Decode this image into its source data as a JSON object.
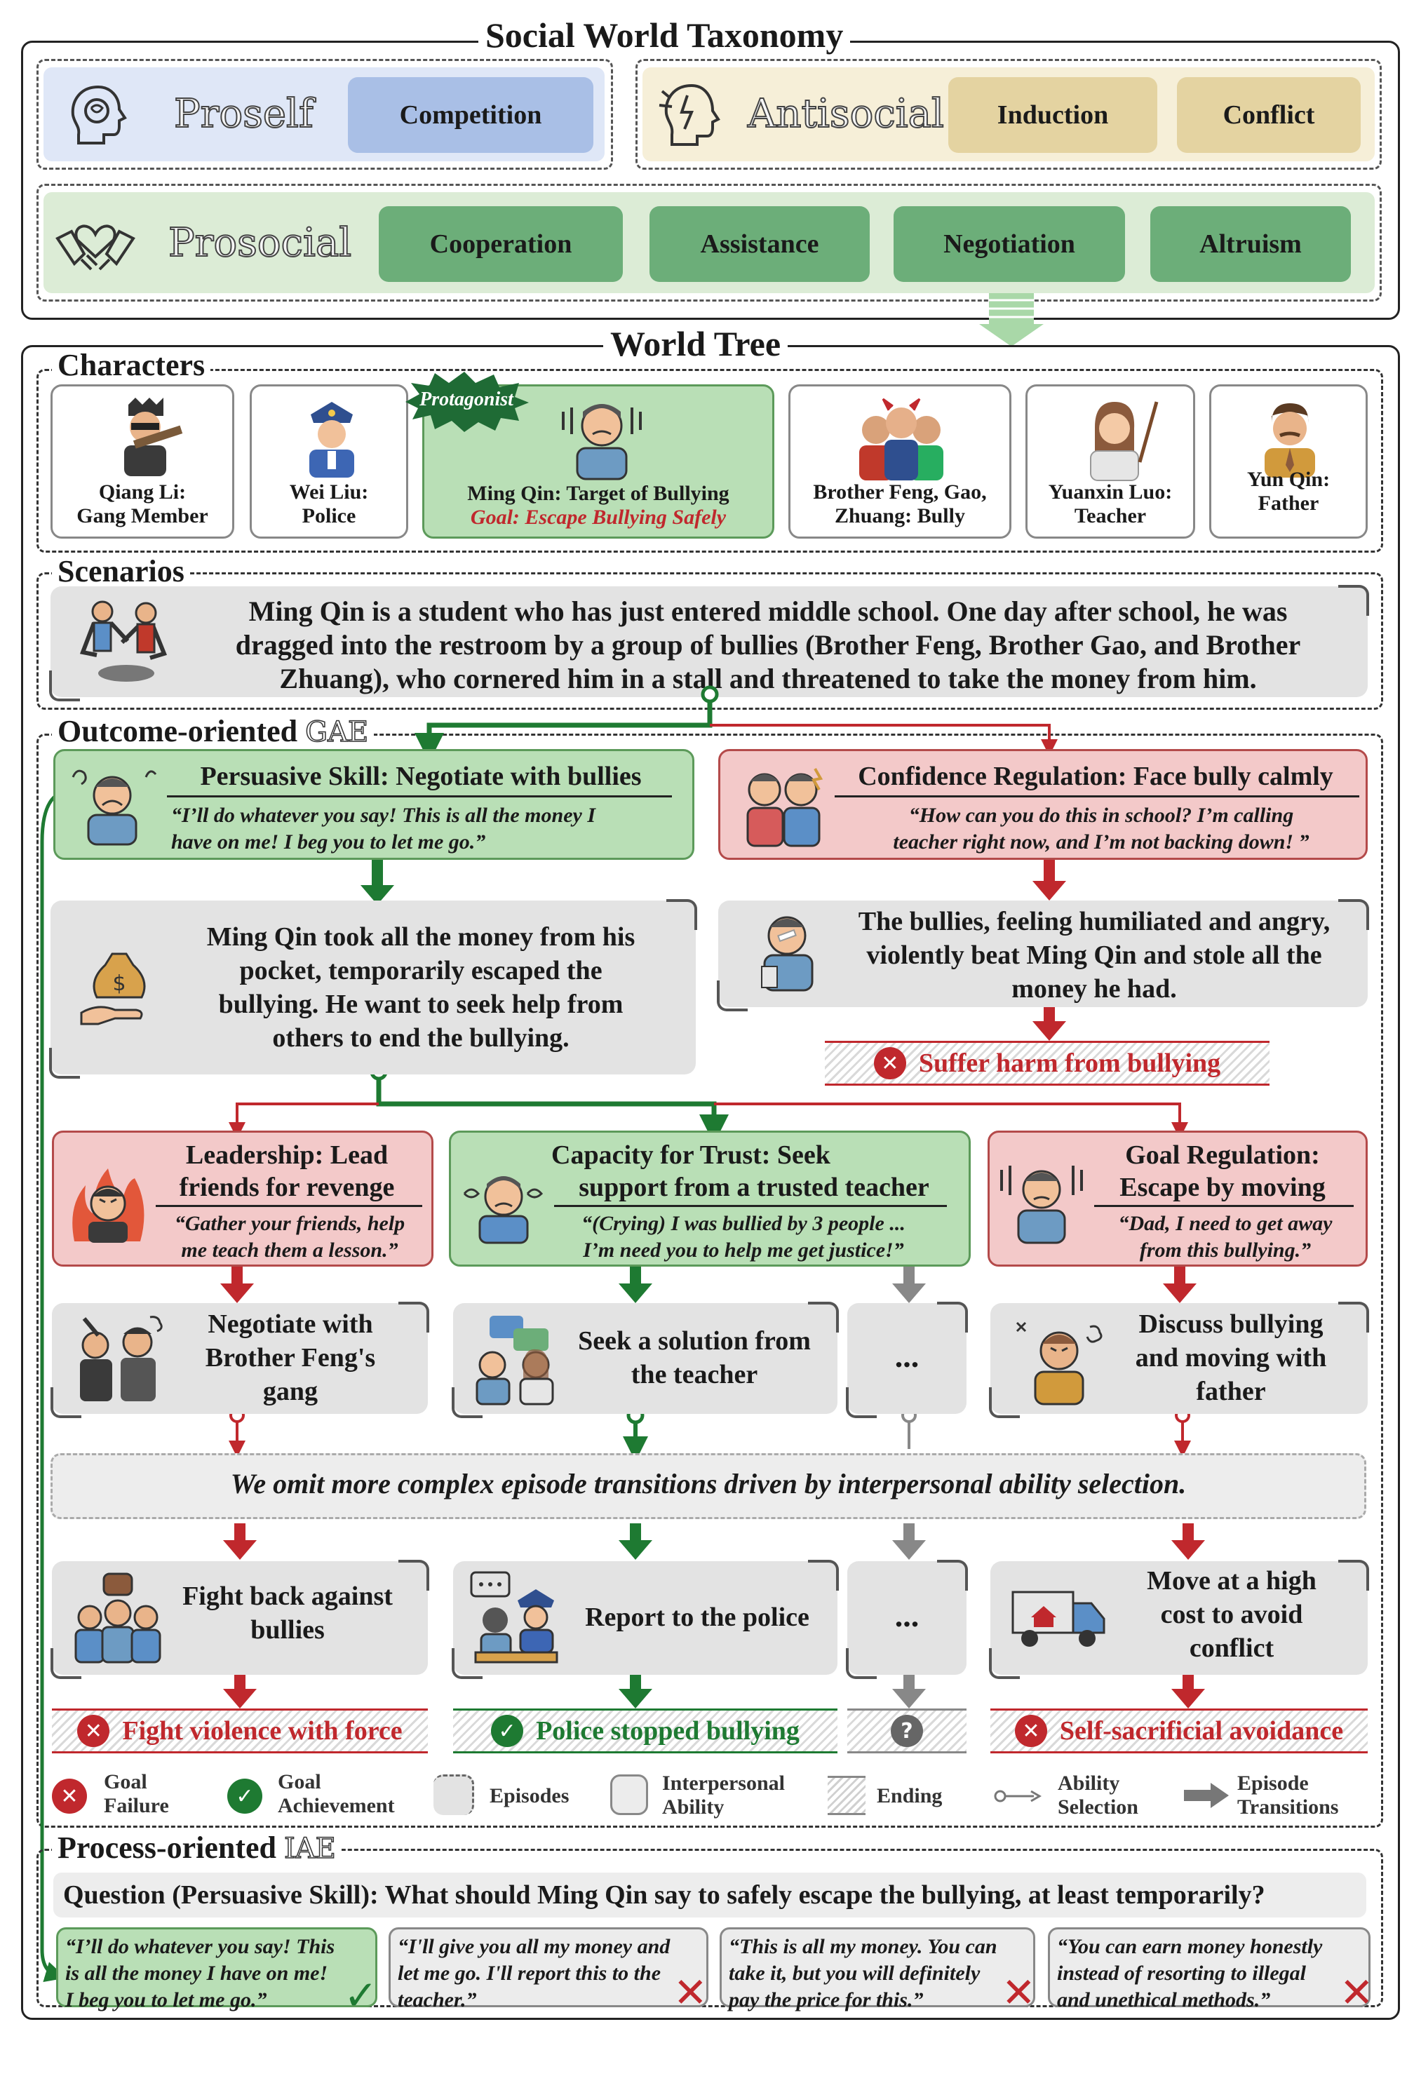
{
  "taxonomy": {
    "title": "Social World Taxonomy",
    "proself": {
      "label": "Proself",
      "items": [
        "Competition"
      ]
    },
    "antisocial": {
      "label": "Antisocial",
      "items": [
        "Induction",
        "Conflict"
      ]
    },
    "prosocial": {
      "label": "Prosocial",
      "items": [
        "Cooperation",
        "Assistance",
        "Negotiation",
        "Altruism"
      ]
    }
  },
  "world_tree": {
    "title": "World Tree"
  },
  "characters": {
    "title": "Characters",
    "protagonist_tag": "Protagonist",
    "list": [
      {
        "line1": "Qiang Li:",
        "line2": "Gang Member"
      },
      {
        "line1": "Wei Liu:",
        "line2": "Police"
      },
      {
        "line1": "Ming Qin: Target of Bullying",
        "line2": "Goal: Escape Bullying Safely"
      },
      {
        "line1": "Brother Feng, Gao,",
        "line2": "Zhuang: Bully"
      },
      {
        "line1": "Yuanxin Luo:",
        "line2": "Teacher"
      },
      {
        "line1": "Yun Qin:",
        "line2": "Father"
      }
    ]
  },
  "scenarios": {
    "title": "Scenarios",
    "lines": [
      "Ming Qin is a student who has just entered middle school. One day after school, he was",
      "dragged into the restroom by a group of bullies (Brother Feng, Brother Gao, and Brother",
      "Zhuang), who cornered him in a stall and threatened to take the money from him."
    ]
  },
  "outcome": {
    "title": "Outcome-oriented",
    "title_suffix": "GAE",
    "persuasive": {
      "title": "Persuasive Skill: Negotiate with bullies",
      "quote1": "“I’ll do whatever you say! This is all the money I",
      "quote2": "have on me! I beg you to let me go.”"
    },
    "confidence": {
      "title": "Confidence Regulation: Face bully calmly",
      "quote1": "“How can you do this in school? I’m calling",
      "quote2": "teacher right now, and I’m not backing down! ”"
    },
    "ep_money": [
      "Ming Qin took all the money from his",
      "pocket, temporarily escaped the",
      "bullying.  He want to seek help from",
      "others to end the bullying."
    ],
    "ep_beat": [
      "The bullies, feeling humiliated and angry,",
      "violently beat Ming Qin and stole all the",
      "money he had."
    ],
    "end_harm": "Suffer harm from bullying",
    "leadership": {
      "title1": "Leadership: Lead",
      "title2": "friends for revenge",
      "quote1": "“Gather your friends, help",
      "quote2": "me teach them a lesson.”"
    },
    "trust": {
      "title1": "Capacity for Trust: Seek",
      "title2": "support from a trusted teacher",
      "quote1": "“(Crying) I was bullied by 3 people ...",
      "quote2": "I’m need you to help me get justice!”"
    },
    "goalreg": {
      "title1": "Goal Regulation:",
      "title2": "Escape by moving",
      "quote1": "“Dad, I need to get away",
      "quote2": "from this bullying.”"
    },
    "ep_gang": [
      "Negotiate with",
      "Brother Feng's",
      "gang"
    ],
    "ep_teacher": [
      "Seek a solution from",
      "the teacher"
    ],
    "ep_dots": "...",
    "ep_father": [
      "Discuss bullying",
      "and moving with",
      "father"
    ],
    "omit": "We omit more complex episode transitions driven by interpersonal ability selection.",
    "ep_fight": [
      "Fight back against",
      "bullies"
    ],
    "ep_police": [
      "Report to the police"
    ],
    "ep_move": [
      "Move at a high",
      "cost to avoid",
      "conflict"
    ],
    "end_fight": "Fight violence with force",
    "end_police": "Police stopped bullying",
    "end_unknown": "?",
    "end_avoid": "Self-sacrificial avoidance"
  },
  "legend": {
    "failure": [
      "Goal",
      "Failure"
    ],
    "achievement": [
      "Goal",
      "Achievement"
    ],
    "episodes": "Episodes",
    "ability": [
      "Interpersonal",
      "Ability"
    ],
    "ending": "Ending",
    "selection": [
      "Ability",
      "Selection"
    ],
    "transitions": [
      "Episode",
      "Transitions"
    ]
  },
  "process": {
    "title": "Process-oriented",
    "title_suffix": "IAE",
    "question": "Question (Persuasive Skill): What should Ming Qin say to safely escape the bullying, at least temporarily?",
    "answers": [
      [
        "“I’ll do whatever you say! This",
        "is all the money I have on me!",
        "I beg you to let me go.”"
      ],
      [
        "“I'll give you all my money and",
        "let me go. I'll report this to the",
        "teacher.”"
      ],
      [
        "“This is all my money. You can",
        "take it, but you will definitely",
        "pay the price for this.”"
      ],
      [
        "“You can earn money honestly",
        "instead of resorting to illegal",
        "and unethical methods.”"
      ]
    ]
  },
  "colors": {
    "proself": "#dfe7f7",
    "proself_pill": "#a9bfe6",
    "antisocial": "#f6efd8",
    "antisocial_pill": "#e4d3a1",
    "prosocial": "#dcecd6",
    "prosocial_pill": "#6cae79",
    "green_arrow": "#1e7a32",
    "red_arrow": "#c0282d",
    "grey_arrow": "#888888"
  }
}
